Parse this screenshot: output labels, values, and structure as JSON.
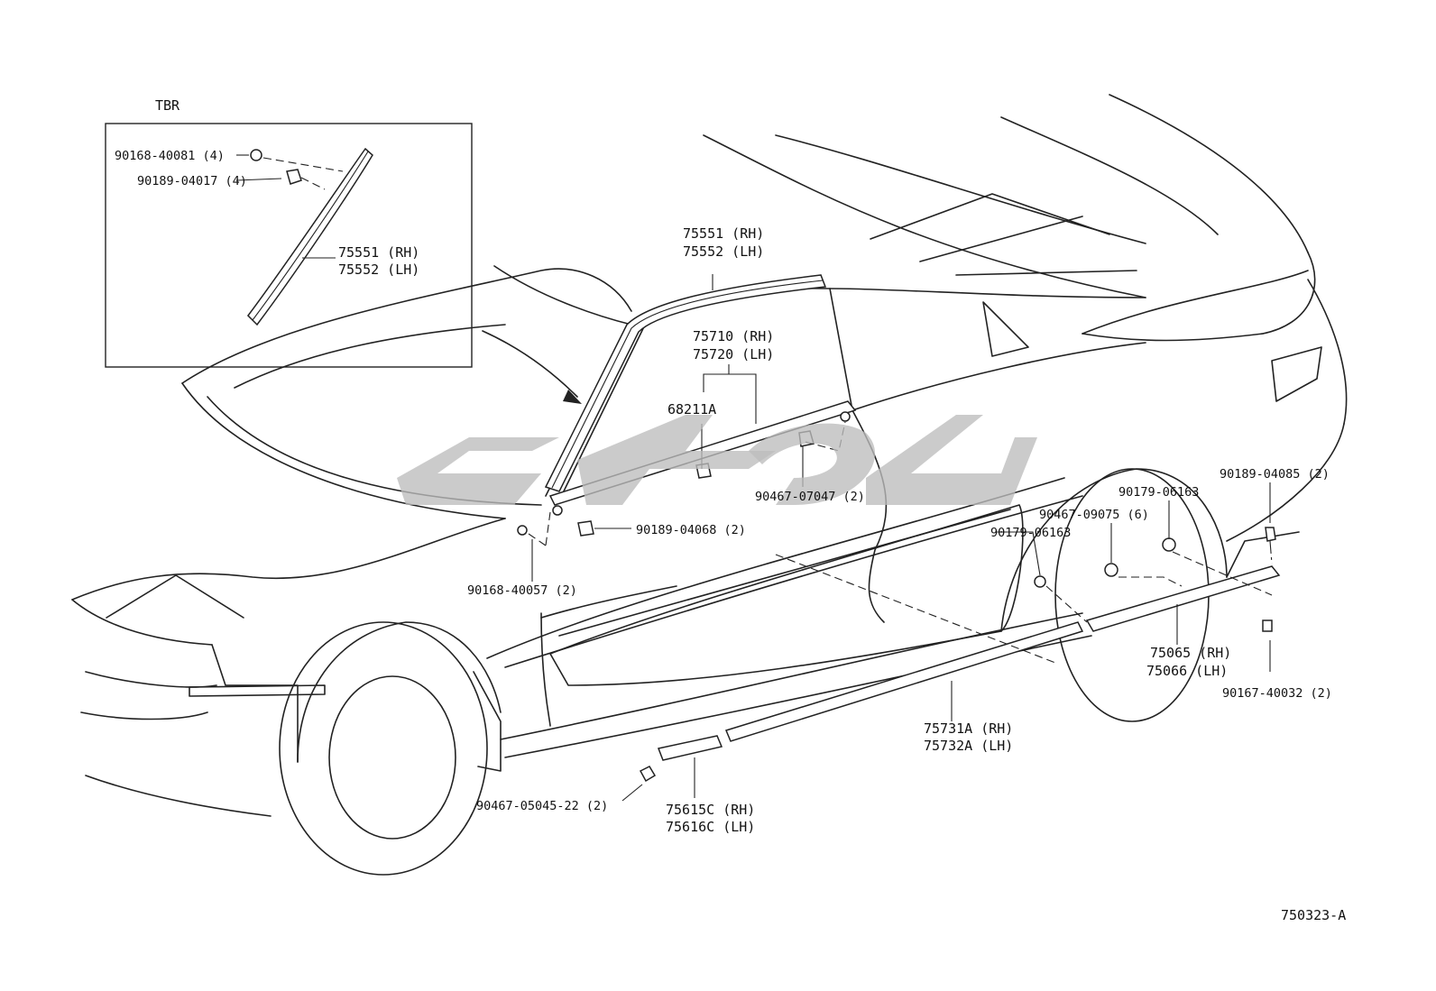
{
  "inset": {
    "title": "TBR"
  },
  "labels": {
    "inset_90168_40081": "90168-40081 (4)",
    "inset_90189_04017": "90189-04017 (4)",
    "inset_75551": "75551 (RH)",
    "inset_75552": "75552 (LH)",
    "p75551": "75551 (RH)",
    "p75552": "75552 (LH)",
    "p75710": "75710 (RH)",
    "p75720": "75720 (LH)",
    "p68211A": "68211A",
    "p90467_07047": "90467-07047 (2)",
    "p90189_04068": "90189-04068 (2)",
    "p90168_40057": "90168-40057 (2)",
    "p90179_06163_a": "90179-06163",
    "p90467_09075": "90467-09075 (6)",
    "p90179_06163_b": "90179-06163",
    "p90189_04085": "90189-04085 (2)",
    "p75065": "75065 (RH)",
    "p75066": "75066 (LH)",
    "p90167_40032": "90167-40032 (2)",
    "p75731A": "75731A (RH)",
    "p75732A": "75732A (LH)",
    "p90467_05045": "90467-05045-22 (2)",
    "p75615C": "75615C (RH)",
    "p75616C": "75616C (LH)"
  },
  "figure_code": "750323-A"
}
